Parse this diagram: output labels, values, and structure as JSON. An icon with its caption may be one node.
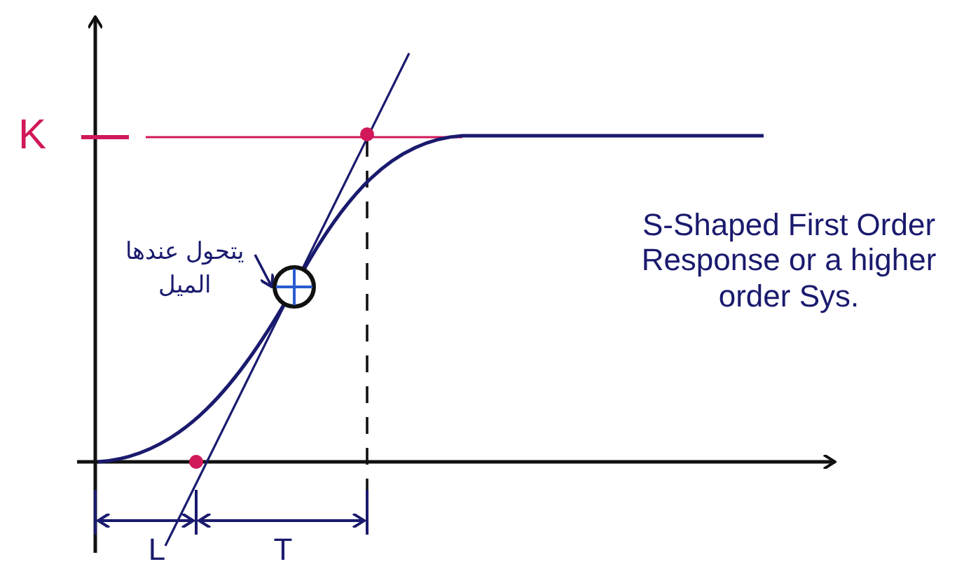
{
  "diagram": {
    "nodes": [
      {
        "text": [
          "يتحول عندها الميل"
        ]
      },
      {
        "text": [],
        "shape": "circle"
      }
    ],
    "edges": [
      {
        "from": 0,
        "to": 1,
        "arrow": "to"
      }
    ],
    "labels": [
      "K",
      "S-Shaped First Order Response or a higher order Sys.",
      "L",
      "T"
    ]
  }
}
